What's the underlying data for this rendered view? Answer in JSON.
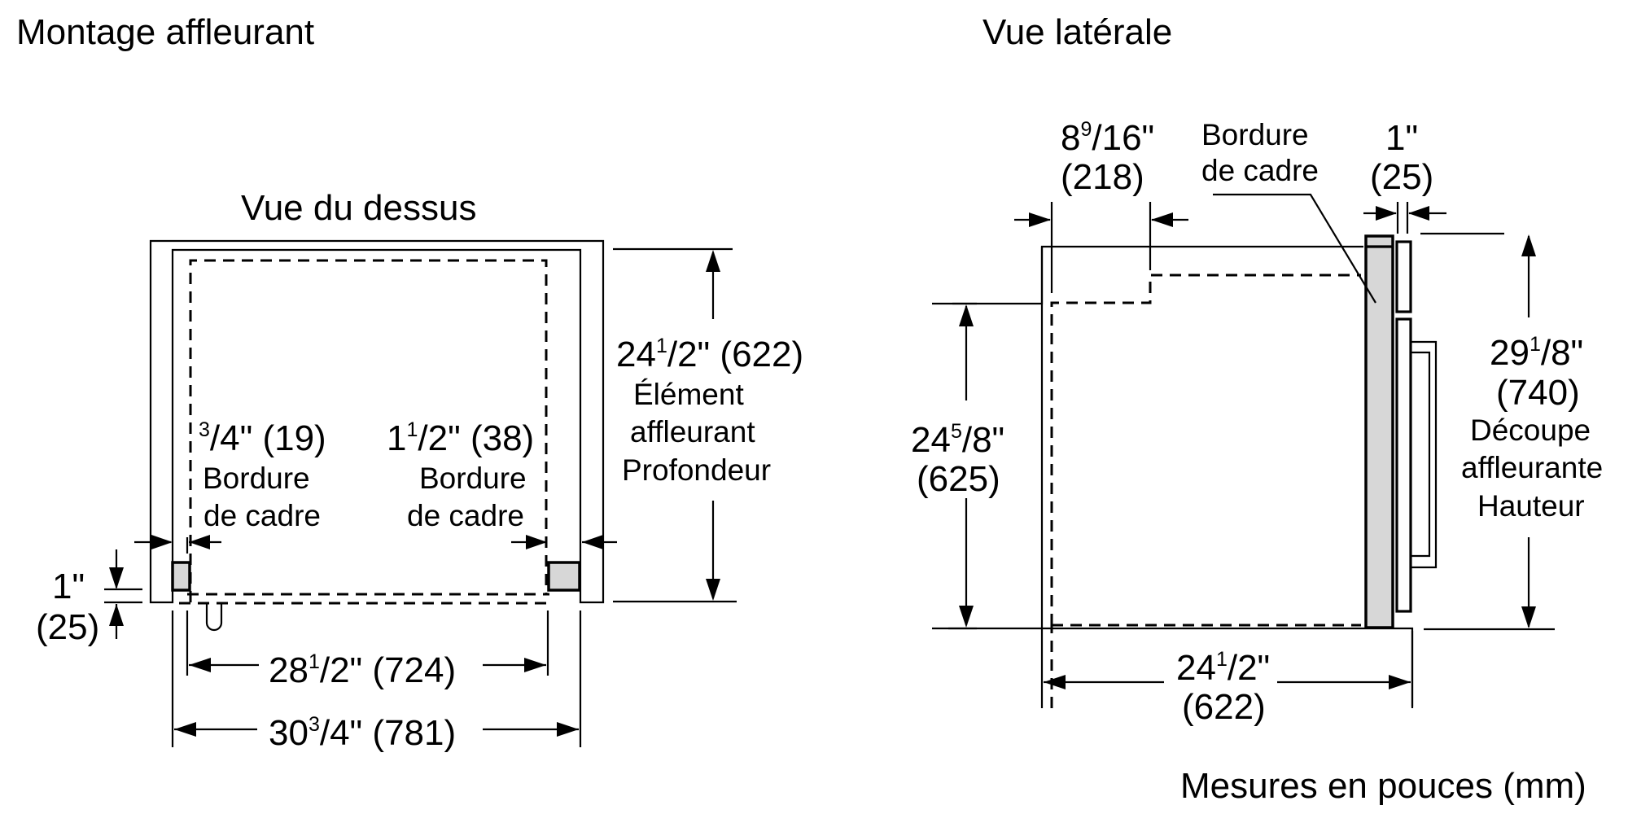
{
  "titles": {
    "main": "Montage affleurant",
    "side_view": "Vue latérale",
    "top_view": "Vue du dessus",
    "units_note": "Mesures en pouces (mm)"
  },
  "top_view": {
    "depth": {
      "whole": "24",
      "sup": "1",
      "den": "/2\"",
      "mm": " (622)",
      "line1": "Élément",
      "line2": "affleurant",
      "line3": "Profondeur"
    },
    "left_trim": {
      "sup": "3",
      "den": "/4\"",
      "mm": " (19)",
      "line1": "Bordure",
      "line2": "de cadre"
    },
    "right_trim": {
      "whole": "1",
      "sup": "1",
      "den": "/2\"",
      "mm": " (38)",
      "line1": "Bordure",
      "line2": "de cadre"
    },
    "front_offset": {
      "value": "1\"",
      "mm": "(25)"
    },
    "inner_width": {
      "whole": "28",
      "sup": "1",
      "den": "/2\"",
      "mm": " (724)"
    },
    "outer_width": {
      "whole": "30",
      "sup": "3",
      "den": "/4\"",
      "mm": " (781)"
    }
  },
  "side_view": {
    "top_offset": {
      "whole": "8",
      "sup": "9",
      "den": "/16\"",
      "mm": "(218)"
    },
    "trim_label": {
      "line1": "Bordure",
      "line2": "de cadre"
    },
    "door_gap": {
      "value": "1\"",
      "mm": "(25)"
    },
    "cabinet_height": {
      "whole": "24",
      "sup": "5",
      "den": "/8\"",
      "mm": "(625)"
    },
    "cutout_height": {
      "whole": "29",
      "sup": "1",
      "den": "/8\"",
      "mm": "(740)",
      "line1": "Découpe",
      "line2": "affleurante",
      "line3": "Hauteur"
    },
    "depth": {
      "whole": "24",
      "sup": "1",
      "den": "/2\"",
      "mm": "(622)"
    }
  },
  "colors": {
    "trim_fill": "#d7d7d7",
    "line": "#000000",
    "background": "#ffffff"
  }
}
